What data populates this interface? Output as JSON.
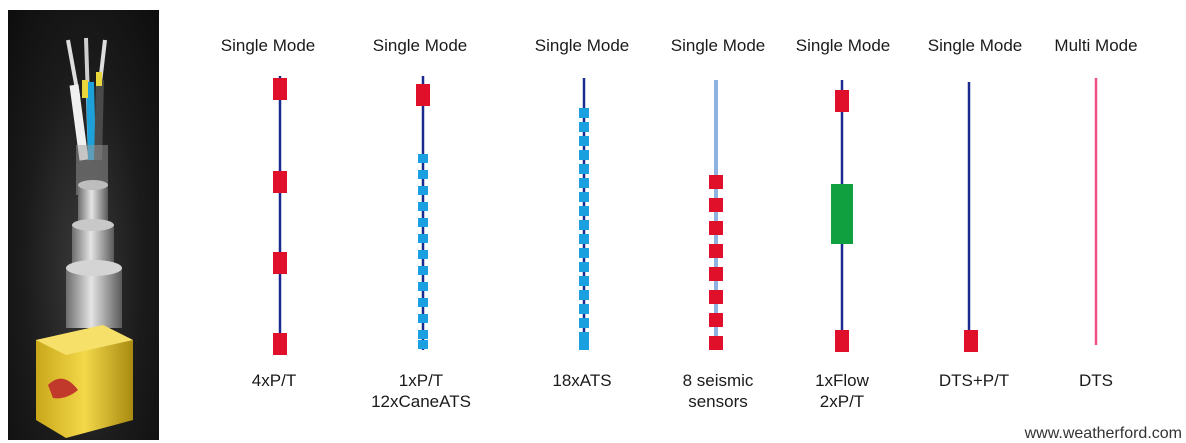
{
  "columns": [
    {
      "mode": "Single Mode",
      "label": [
        "4xP/T"
      ]
    },
    {
      "mode": "Single Mode",
      "label": [
        "1xP/T",
        "12xCaneATS"
      ]
    },
    {
      "mode": "Single Mode",
      "label": [
        "18xATS"
      ]
    },
    {
      "mode": "Single Mode",
      "label": [
        "8 seismic",
        "sensors"
      ]
    },
    {
      "mode": "Single Mode",
      "label": [
        "1xFlow",
        "2xP/T"
      ]
    },
    {
      "mode": "Single Mode",
      "label": [
        "DTS+P/T"
      ]
    },
    {
      "mode": "Multi Mode",
      "label": [
        "DTS"
      ]
    }
  ],
  "credit": "www.weatherford.com",
  "colors": {
    "fiber": "#1a2a8f",
    "pt_sensor": "#e0102a",
    "ats_sensor": "#1aa0e0",
    "seismic_fiber": "#8fb3e0",
    "flow_sensor": "#10a040",
    "multimode_fiber": "#f0508a"
  }
}
